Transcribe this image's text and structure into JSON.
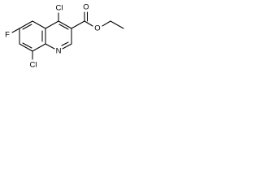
{
  "molecule": {
    "atom_labels": {
      "cl_top": "Cl",
      "cl_bottom": "Cl",
      "fluorine": "F",
      "nitrogen": "N",
      "carbonyl_oxygen": "O",
      "ester_oxygen": "O"
    }
  }
}
